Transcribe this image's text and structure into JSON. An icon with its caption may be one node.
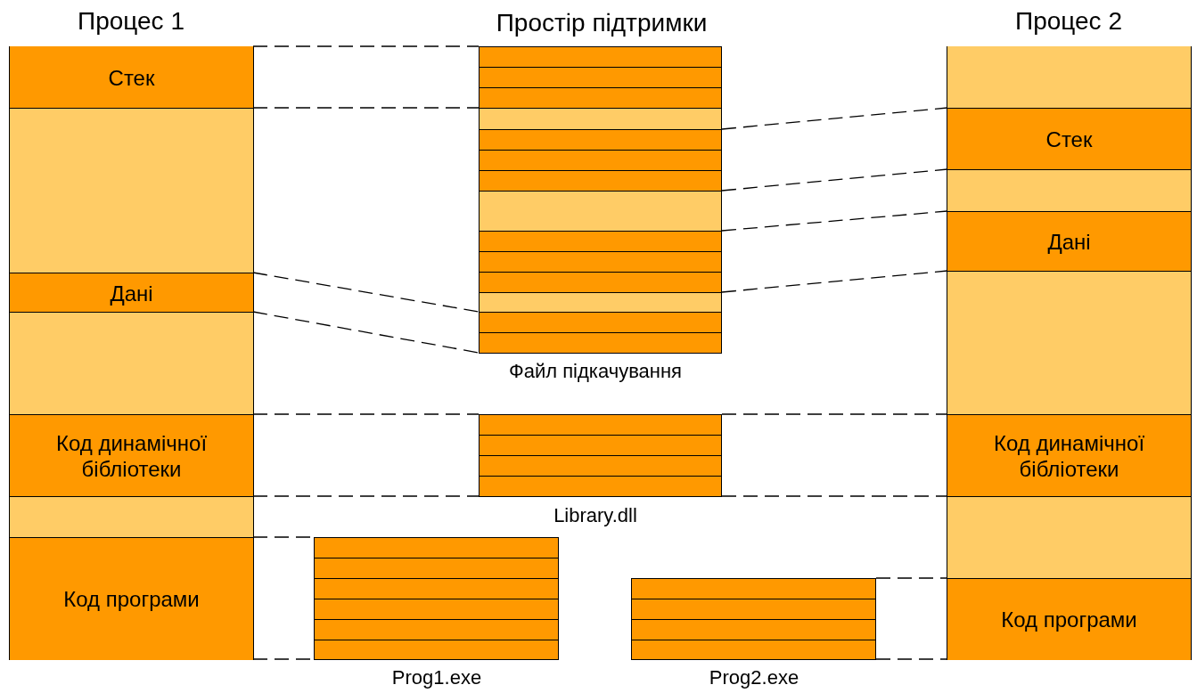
{
  "diagram": {
    "nodes": [
      {
        "text": [
          "Процес 1"
        ]
      },
      {
        "text": [
          "Стек"
        ],
        "in": 0
      },
      {
        "text": [],
        "shape": "box",
        "in": 0
      },
      {
        "text": [
          "Дані"
        ],
        "in": 0
      },
      {
        "text": [],
        "shape": "box",
        "in": 0
      },
      {
        "text": [
          "Код динамічної бібліотеки"
        ],
        "in": 0
      },
      {
        "text": [],
        "shape": "box",
        "in": 0
      },
      {
        "text": [
          "Код програми"
        ],
        "in": 0
      },
      {
        "text": [],
        "shape": "box",
        "beside": [
          "Файл підкачування"
        ]
      },
      {
        "text": [],
        "shape": "box",
        "beside": [
          "Library.dll"
        ]
      },
      {
        "text": [],
        "shape": "box",
        "beside": [
          "Prog1.exe"
        ]
      },
      {
        "text": [],
        "shape": "box",
        "beside": [
          "Prog2.exe"
        ]
      },
      {
        "text": [
          "Процес 2"
        ]
      },
      {
        "text": [],
        "shape": "box",
        "in": 12
      },
      {
        "text": [
          "Стек"
        ],
        "in": 12
      },
      {
        "text": [],
        "shape": "box",
        "in": 12
      },
      {
        "text": [
          "Дані"
        ],
        "in": 12
      },
      {
        "text": [],
        "shape": "box",
        "in": 12
      },
      {
        "text": [
          "Код динамічної бібліотеки"
        ],
        "in": 12
      },
      {
        "text": [],
        "shape": "box",
        "in": 12
      },
      {
        "text": [
          "Код програми"
        ],
        "in": 12
      }
    ],
    "edges": [
      {
        "from": 1,
        "to": 8,
        "arrow": "none",
        "style": "dashed"
      },
      {
        "from": 1,
        "to": 8,
        "arrow": "none",
        "style": "dashed"
      },
      {
        "from": 3,
        "to": 8,
        "arrow": "none",
        "style": "dashed"
      },
      {
        "from": 3,
        "to": 8,
        "arrow": "none",
        "style": "dashed"
      },
      {
        "from": 8,
        "to": 14,
        "arrow": "none",
        "style": "dashed"
      },
      {
        "from": 8,
        "to": 14,
        "arrow": "none",
        "style": "dashed"
      },
      {
        "from": 8,
        "to": 16,
        "arrow": "none",
        "style": "dashed"
      },
      {
        "from": 8,
        "to": 16,
        "arrow": "none",
        "style": "dashed"
      },
      {
        "from": 5,
        "to": 9,
        "arrow": "none",
        "style": "dashed"
      },
      {
        "from": 5,
        "to": 9,
        "arrow": "none",
        "style": "dashed"
      },
      {
        "from": 9,
        "to": 18,
        "arrow": "none",
        "style": "dashed"
      },
      {
        "from": 9,
        "to": 18,
        "arrow": "none",
        "style": "dashed"
      },
      {
        "from": 7,
        "to": 10,
        "arrow": "none",
        "style": "dashed"
      },
      {
        "from": 7,
        "to": 10,
        "arrow": "none",
        "style": "dashed"
      },
      {
        "from": 11,
        "to": 20,
        "arrow": "none",
        "style": "dashed"
      },
      {
        "from": 11,
        "to": 20,
        "arrow": "none",
        "style": "dashed"
      }
    ],
    "labels": [
      "Простір підтримки"
    ]
  }
}
